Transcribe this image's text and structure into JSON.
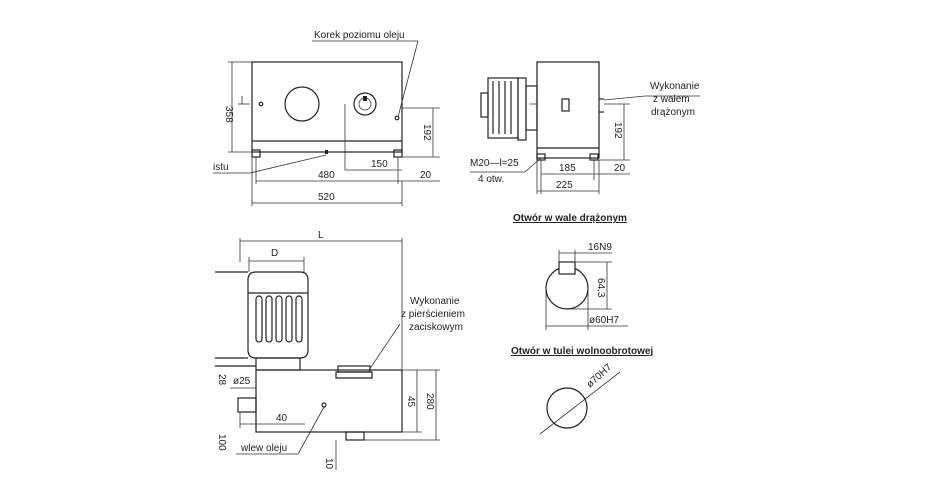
{
  "front_view": {
    "label_oil_level_plug": "Korek poziomu oleju",
    "label_vent": "istu",
    "dim_height_left": "358",
    "dim_192": "192",
    "dim_150": "150",
    "dim_480": "480",
    "dim_20": "20",
    "dim_520": "520"
  },
  "side_view": {
    "label_variant_line1": "Wykonanie",
    "label_variant_line2": "z wałem",
    "label_variant_line3": "drążonym",
    "label_bolt": "M20—l=25",
    "label_holes": "4 otw.",
    "dim_192": "192",
    "dim_185": "185",
    "dim_20": "20",
    "dim_225": "225"
  },
  "hollow_shaft_hole": {
    "title": "Otwór w wale drążonym",
    "dim_key": "16N9",
    "dim_depth": "64,3",
    "dim_dia": "ø60H7"
  },
  "sleeve_hole": {
    "title": "Otwór w tulei wolnoobrotowej",
    "dim_dia": "ø70H7"
  },
  "motor_view": {
    "dim_L": "L",
    "dim_D": "D",
    "label_clamp_line1": "Wykonanie",
    "label_clamp_line2": "z pierścieniem",
    "label_clamp_line3": "zaciskowym",
    "dim_25": "ø25",
    "dim_40": "40",
    "dim_45": "45",
    "dim_280": "280",
    "dim_10": "10",
    "dim_side_top": "28",
    "dim_side_bottom": "100",
    "label_oil_fill": "wlew oleju"
  }
}
